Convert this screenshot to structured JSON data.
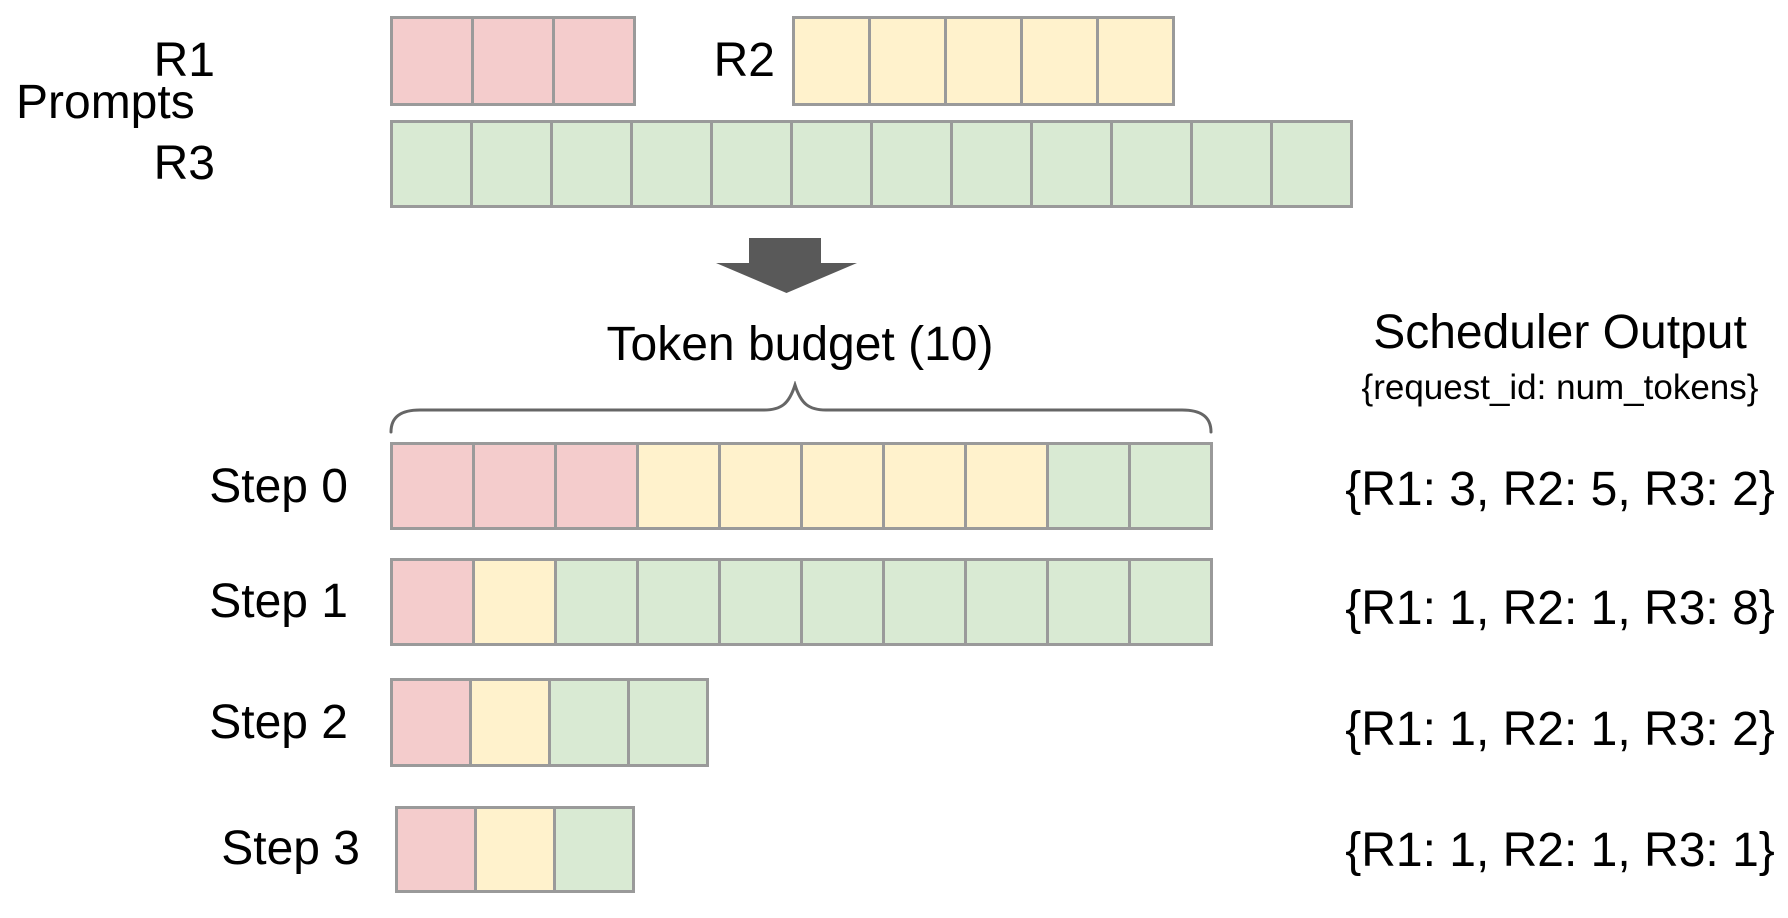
{
  "palette": {
    "R1": "#f4cccc",
    "R2": "#fff2cc",
    "R3": "#d9ead3",
    "cell_border": "#9a9a9a",
    "arrow": "#595959",
    "brace": "#666666",
    "text": "#000000",
    "background": "#ffffff"
  },
  "prompts": {
    "section_label": "Prompts",
    "rows": [
      {
        "id": "R1",
        "label": "R1",
        "tokens": 3
      },
      {
        "id": "R2",
        "label": "R2",
        "tokens": 5
      },
      {
        "id": "R3",
        "label": "R3",
        "tokens": 12
      }
    ]
  },
  "arrow": {
    "icon": "down-block-arrow"
  },
  "token_budget": {
    "title": "Token budget (10)",
    "budget": 10
  },
  "scheduler_output": {
    "title": "Scheduler Output",
    "subtitle": "{request_id: num_tokens}",
    "steps": [
      {
        "label": "Step 0",
        "allocation": {
          "R1": 3,
          "R2": 5,
          "R3": 2
        },
        "output": "{R1: 3, R2: 5, R3: 2}"
      },
      {
        "label": "Step 1",
        "allocation": {
          "R1": 1,
          "R2": 1,
          "R3": 8
        },
        "output": "{R1: 1, R2: 1, R3: 8}"
      },
      {
        "label": "Step 2",
        "allocation": {
          "R1": 1,
          "R2": 1,
          "R3": 2
        },
        "output": "{R1: 1, R2: 1, R3: 2}"
      },
      {
        "label": "Step 3",
        "allocation": {
          "R1": 1,
          "R2": 1,
          "R3": 1
        },
        "output": "{R1: 1, R2: 1, R3: 1}"
      }
    ]
  }
}
